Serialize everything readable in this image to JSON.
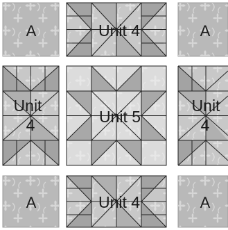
{
  "blocks": {
    "top_left": {
      "label": "A"
    },
    "top_center": {
      "label": "Unit 4"
    },
    "top_right": {
      "label": "A"
    },
    "middle_left": {
      "label_line1": "Unit",
      "label_line2": "4"
    },
    "center": {
      "label": "Unit 5"
    },
    "middle_right": {
      "label_line1": "Unit",
      "label_line2": "4"
    },
    "bottom_left": {
      "label": "A"
    },
    "bottom_center": {
      "label": "Unit 4"
    },
    "bottom_right": {
      "label": "A"
    }
  },
  "colors": {
    "dark_fabric": "#a6a6a6",
    "medium_fabric": "#c3c3c3",
    "light_fabric": "#dedede",
    "line": "#222222",
    "print": "#f2f2f2"
  }
}
